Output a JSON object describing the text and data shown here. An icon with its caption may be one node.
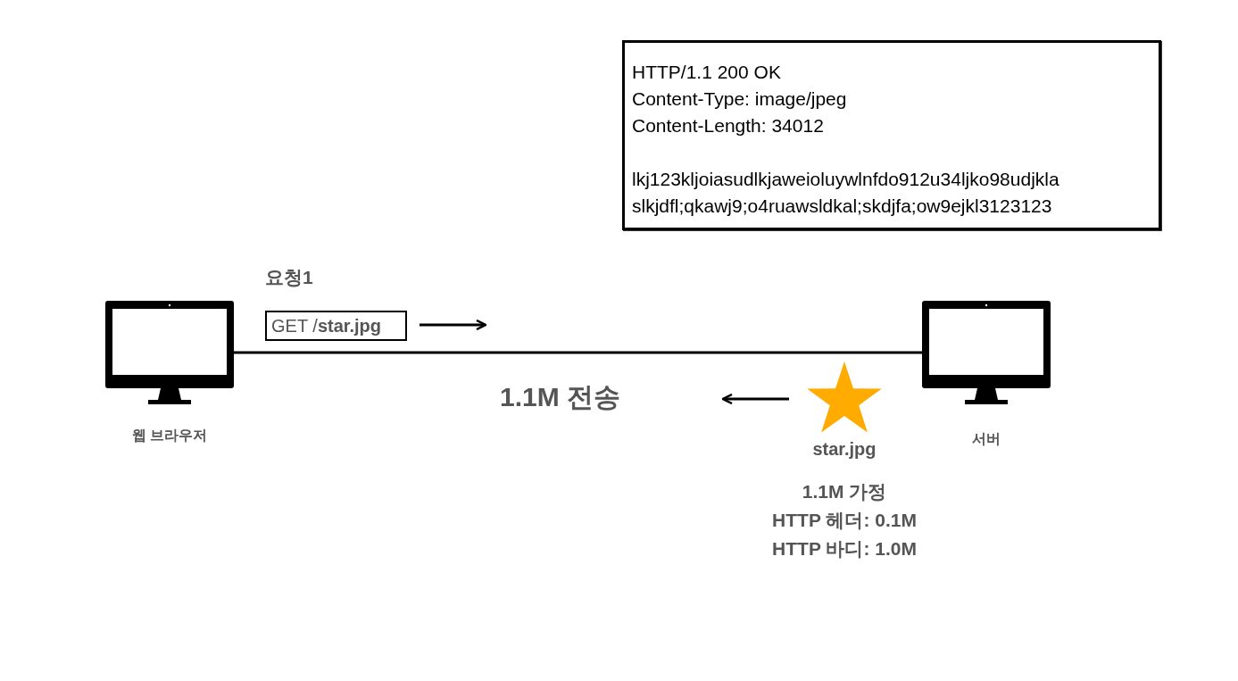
{
  "diagram": {
    "nodes": [
      {
        "text": [],
        "shape": "monitor",
        "beside": [
          "웹 브라우저"
        ]
      },
      {
        "text": [],
        "shape": "monitor",
        "beside": [
          "서버"
        ]
      },
      {
        "text": [
          "GET /**star.jpg**"
        ]
      },
      {
        "text": [
          "HTTP/1.1 200 OK",
          "Content-Type: image/jpeg",
          "Content-Length: 34012",
          "lkj123kljoiasudlkjaweioluywlnfdo912u34ljko98udjkla slkjdfl;qkawj9;o4ruawsldkal;skdjfa;ow9ejkl3123123"
        ]
      },
      {
        "text": [],
        "shape": "star",
        "beside": [
          "star.jpg"
        ]
      }
    ],
    "edges": [
      {
        "from": 0,
        "to": 1,
        "arrow": "none"
      }
    ],
    "labels": [
      "요청1",
      "1.1M 전송",
      "1.1M 가정",
      "HTTP 헤더: 0.1M",
      "HTTP 바디: 1.0M"
    ]
  }
}
